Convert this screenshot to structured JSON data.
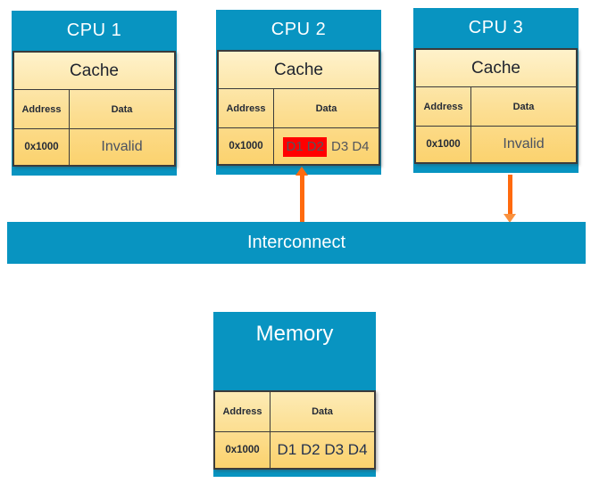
{
  "colors": {
    "box_blue": "#0894C1",
    "connector_orange": "#FF6A0D",
    "highlight_red": "#FF0000",
    "table_gold_top": "#FEF2CB",
    "table_gold_bottom": "#FBD26E",
    "border_dark": "#3B3B3B"
  },
  "cpus": [
    {
      "title": "CPU 1",
      "cache_label": "Cache",
      "col_address": "Address",
      "col_data": "Data",
      "row": {
        "address": "0x1000",
        "data": "Invalid"
      }
    },
    {
      "title": "CPU 2",
      "cache_label": "Cache",
      "col_address": "Address",
      "col_data": "Data",
      "row": {
        "address": "0x1000",
        "data_highlighted": "D1 D2",
        "data_rest": "D3 D4"
      }
    },
    {
      "title": "CPU 3",
      "cache_label": "Cache",
      "col_address": "Address",
      "col_data": "Data",
      "row": {
        "address": "0x1000",
        "data": "Invalid"
      }
    }
  ],
  "connectors": [
    {
      "from": "cpu-2",
      "to": "interconnect",
      "arrow_direction": "up"
    },
    {
      "from": "cpu-3",
      "to": "interconnect",
      "arrow_direction": "down"
    }
  ],
  "interconnect": {
    "label": "Interconnect"
  },
  "memory": {
    "title": "Memory",
    "col_address": "Address",
    "col_data": "Data",
    "row": {
      "address": "0x1000",
      "data": "D1 D2 D3 D4"
    }
  }
}
